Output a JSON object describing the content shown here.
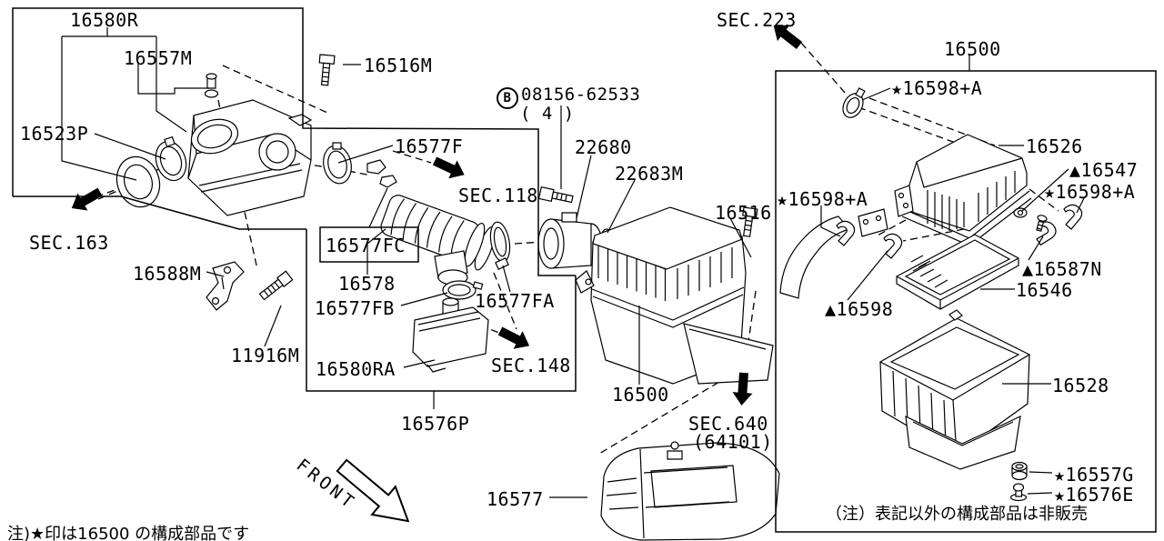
{
  "diagram": {
    "part_labels": {
      "p16580R": "16580R",
      "p16557M": "16557M",
      "p16516M": "16516M",
      "p16523P": "16523P",
      "p16577F": "16577F",
      "p16577FC": "16577FC",
      "p16578": "16578",
      "p16577FB": "16577FB",
      "p16577FA": "16577FA",
      "p16588M": "16588M",
      "p11916M": "11916M",
      "p16580RA": "16580RA",
      "p16576P": "16576P",
      "p22680": "22680",
      "p22683M": "22683M",
      "p16516": "16516",
      "p16500_center": "16500",
      "p16577": "16577",
      "p16500_box": "16500",
      "p16598A_top": "★16598+A",
      "p16598A_left": "★16598+A",
      "p16598A_right": "★16598+A",
      "p16526": "16526",
      "p16547": "▲16547",
      "p16587N": "▲16587N",
      "p16546": "16546",
      "p16598": "▲16598",
      "p16528": "16528",
      "p16557G": "★16557G",
      "p16576E": "★16576E"
    },
    "section_refs": {
      "sec163": "SEC.163",
      "sec118": "SEC.118",
      "sec148": "SEC.148",
      "sec223": "SEC.223",
      "sec640": "SEC.640",
      "sec640_sub": "(64101)"
    },
    "bolt_spec": {
      "symbol": "B",
      "number": "08156-62533",
      "quantity": "( 4 )"
    },
    "notes": {
      "box_note": "（注）表記以外の構成部品は非販売",
      "bottom_note": "注)★印は16500 の構成部品です"
    },
    "front_indicator": "FRONT",
    "colors": {
      "line": "#000000",
      "background": "#ffffff"
    }
  }
}
